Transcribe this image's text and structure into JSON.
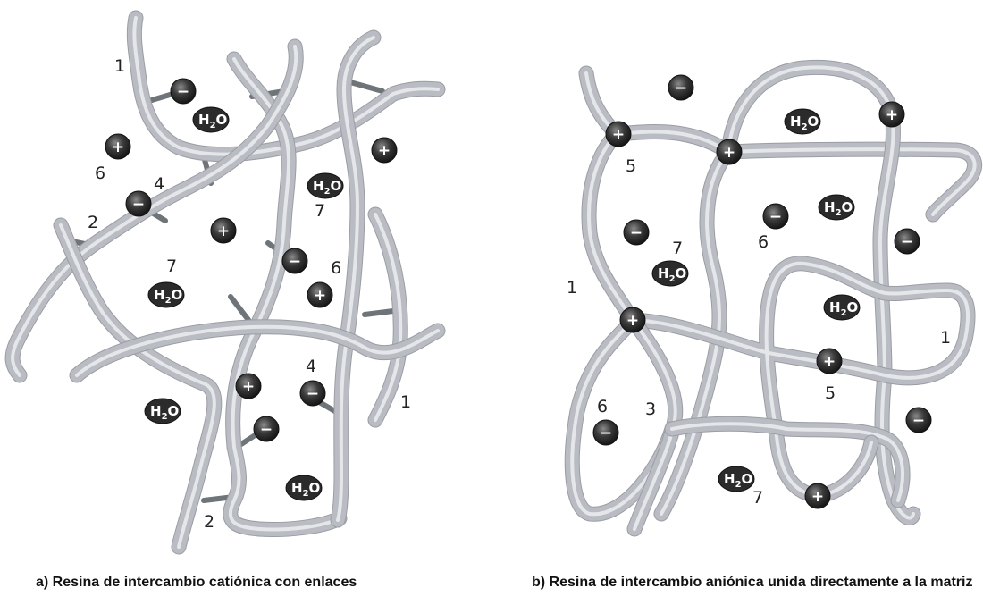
{
  "panel_a": {
    "caption": "a) Resina de intercambio catiónica con enlaces",
    "labels": [
      "1",
      "2",
      "2",
      "4",
      "4",
      "6",
      "6",
      "7",
      "7",
      "1"
    ],
    "ion_plus": "+",
    "ion_minus": "−",
    "water": {
      "main": "H",
      "sub": "2",
      "tail": "O"
    }
  },
  "panel_b": {
    "caption": "b) Resina de intercambio aniónica unida directamente a la matriz",
    "labels": [
      "1",
      "1",
      "3",
      "5",
      "5",
      "6",
      "6",
      "7",
      "7"
    ]
  },
  "colors": {
    "chain": "#b9bcc2",
    "crosslink": "#6f7479",
    "ion": "#2c2c2c",
    "text": "#111111"
  }
}
